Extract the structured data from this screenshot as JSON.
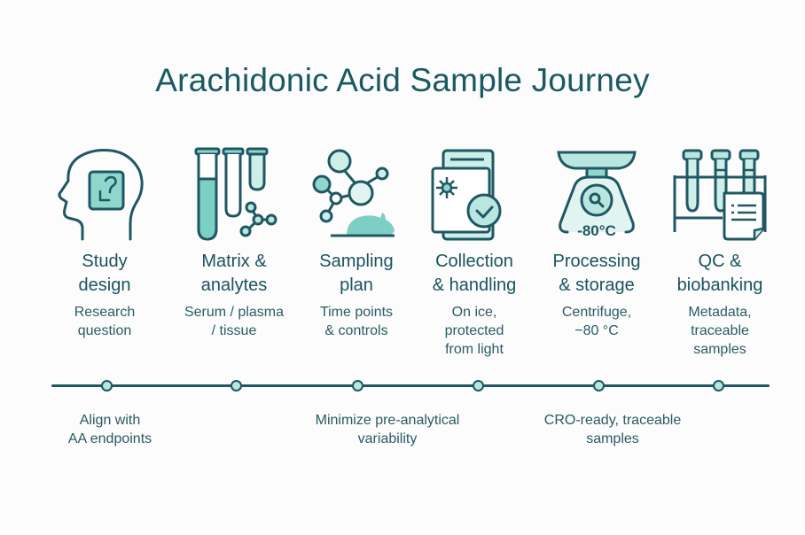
{
  "title": "Arachidonic Acid Sample Journey",
  "colors": {
    "primary_stroke": "#1f5863",
    "fill_teal": "#7ccfc4",
    "fill_light": "#cdeee9",
    "title_text": "#1a5964",
    "background": "#fbfcfb"
  },
  "steps": [
    {
      "icon": "head-question-icon",
      "title_line1": "Study",
      "title_line2": "design",
      "sub_line1": "Research",
      "sub_line2": "question",
      "sub_line3": ""
    },
    {
      "icon": "test-tubes-molecule-icon",
      "title_line1": "Matrix &",
      "title_line2": "analytes",
      "sub_line1": "Serum / plasma",
      "sub_line2": "/ tissue",
      "sub_line3": ""
    },
    {
      "icon": "molecule-mouse-icon",
      "title_line1": "Sampling",
      "title_line2": "plan",
      "sub_line1": "Time points",
      "sub_line2": "& controls",
      "sub_line3": ""
    },
    {
      "icon": "light-protected-container-check-icon",
      "title_line1": "Collection",
      "title_line2": "& handling",
      "sub_line1": "On ice,",
      "sub_line2": "protected",
      "sub_line3": "from light"
    },
    {
      "icon": "scale-freezer-icon",
      "title_line1": "Processing",
      "title_line2": "& storage",
      "sub_line1": "Centrifuge,",
      "sub_line2": "−80 °C",
      "sub_line3": ""
    },
    {
      "icon": "tube-rack-document-icon",
      "title_line1": "QC &",
      "title_line2": "biobanking",
      "sub_line1": "Metadata,",
      "sub_line2": "traceable",
      "sub_line3": "samples"
    }
  ],
  "icon_labels": {
    "freezer_temp": "-80°C"
  },
  "timeline": {
    "nodes": 6,
    "notes": [
      {
        "line1": "Align with",
        "line2": "AA endpoints"
      },
      {
        "line1": "Minimize pre-analytical",
        "line2": "variability"
      },
      {
        "line1": "CRO-ready, traceable",
        "line2": "samples"
      }
    ]
  }
}
